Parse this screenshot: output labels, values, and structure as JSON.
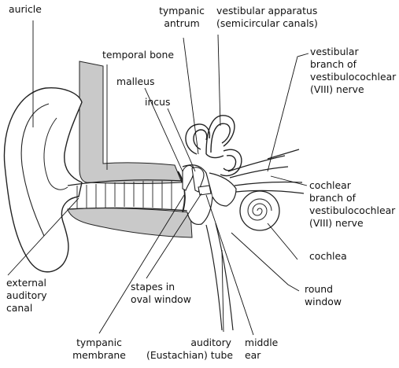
{
  "labels": {
    "auricle": "auricle",
    "tympanic_antrum": "tympanic\nantrum",
    "vestibular_apparatus": "vestibular apparatus\n(semicircular canals)",
    "temporal_bone": "temporal bone",
    "malleus": "malleus",
    "incus": "incus",
    "vestibular_branch": "vestibular\nbranch of\nvestibulocochlear\n(VIII) nerve",
    "cochlear_branch": "cochlear\nbranch of\nvestibulocochlear\n(VIII) nerve",
    "cochlea": "cochlea",
    "round_window": "round\nwindow",
    "external_auditory_canal": "external\nauditory\ncanal",
    "stapes": "stapes in\noval window",
    "tympanic_membrane": "tympanic\nmembrane",
    "auditory_tube": "auditory\n(Eustachian) tube",
    "middle_ear": "middle\near"
  },
  "colors": {
    "bone": "#c9c9c9",
    "outline": "#222222",
    "leader": "#111111"
  }
}
